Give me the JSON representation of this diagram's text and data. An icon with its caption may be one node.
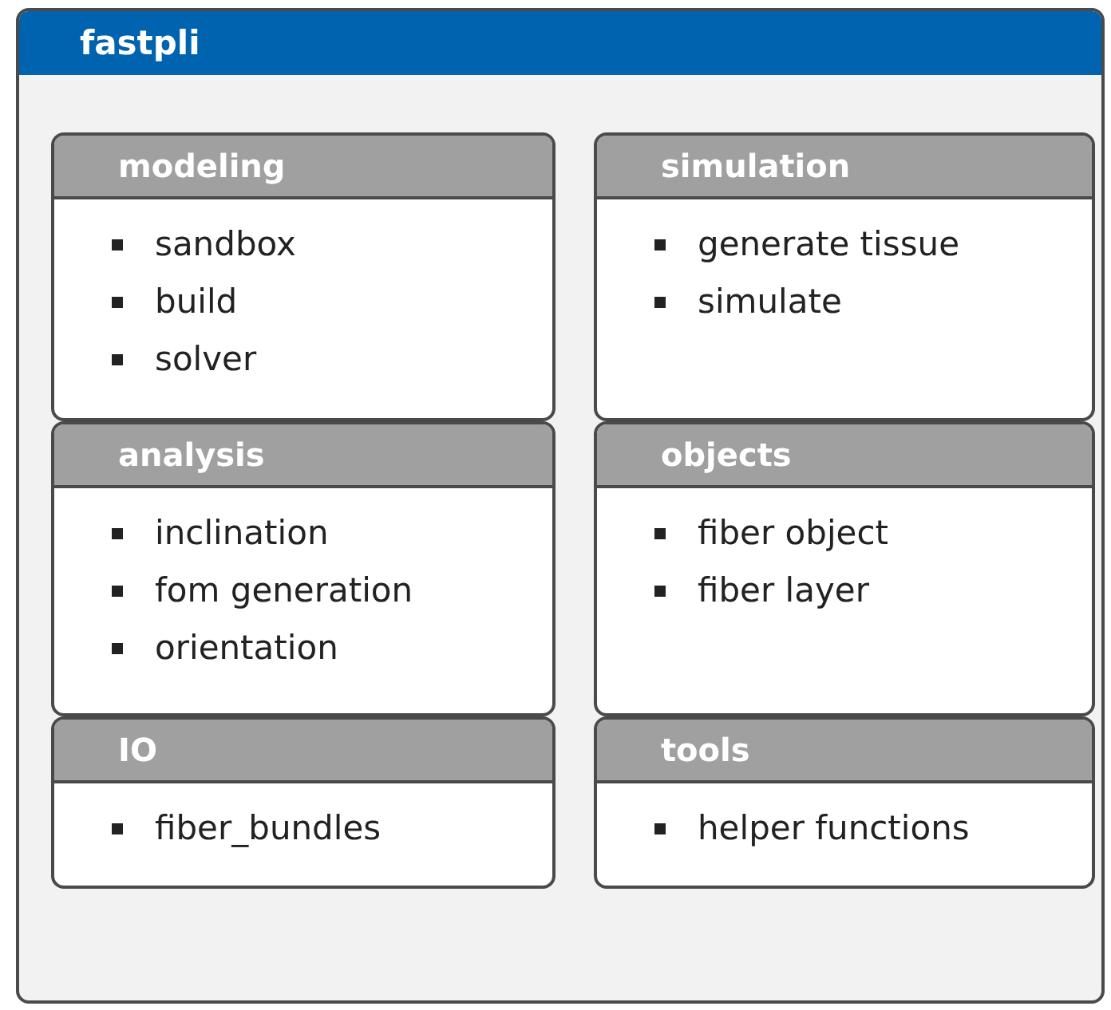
{
  "diagram": {
    "nodes": [
      {
        "text": [
          "fastpli"
        ]
      },
      {
        "text": [
          "modeling",
          "sandbox",
          "build",
          "solver"
        ],
        "in": 0
      },
      {
        "text": [
          "simulation",
          "generate tissue",
          "simulate"
        ],
        "in": 0
      },
      {
        "text": [
          "analysis",
          "inclination",
          "fom generation",
          "orientation"
        ],
        "in": 0
      },
      {
        "text": [
          "objects",
          "fiber object",
          "fiber layer"
        ],
        "in": 0
      },
      {
        "text": [
          "IO",
          "fiber_bundles"
        ],
        "in": 0
      },
      {
        "text": [
          "tools",
          "helper functions"
        ],
        "in": 0
      }
    ]
  }
}
